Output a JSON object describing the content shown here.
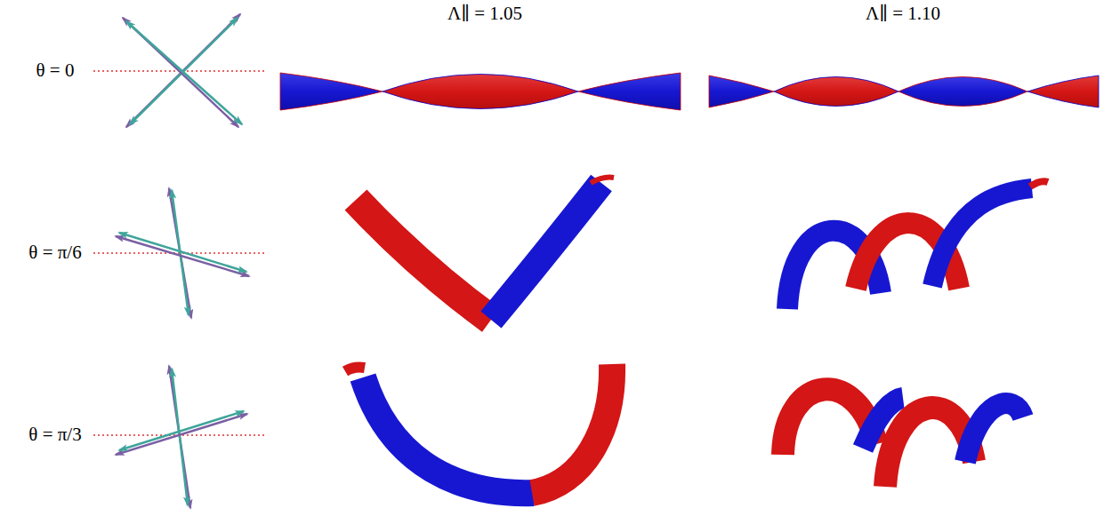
{
  "diagram": {
    "labels": [
      "Λ∥ = 1.05",
      "Λ∥ = 1.10",
      "θ = 0",
      "θ = π/6",
      "θ = π/3"
    ]
  }
}
